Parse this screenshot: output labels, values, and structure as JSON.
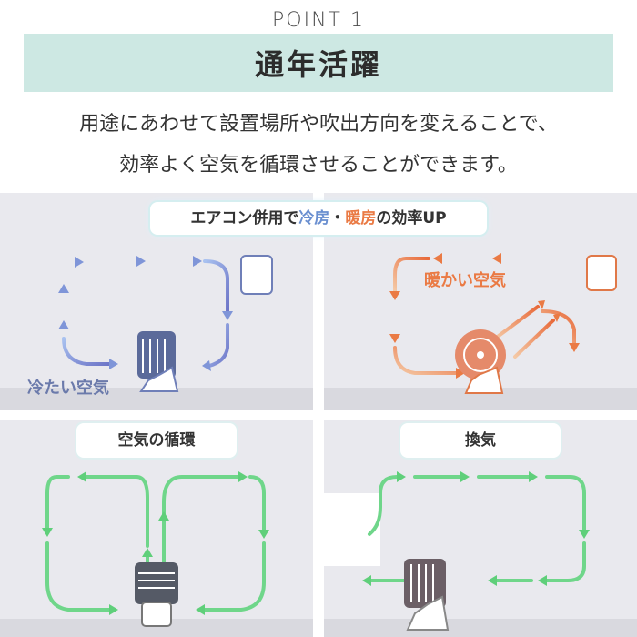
{
  "header": {
    "point": "POINT 1",
    "title": "通年活躍",
    "desc_line1": "用途にあわせて設置場所や吹出方向を変えることで、",
    "desc_line2": "効率よく空気を循環させることができます。"
  },
  "aircon": {
    "pre": "エアコン併用で",
    "cool": "冷房",
    "dot": "・",
    "heat": "暖房",
    "post": "の効率UP"
  },
  "cool_label": "冷たい空気",
  "warm_label": "暖かい空気",
  "circulation_label": "空気の循環",
  "ventilation_label": "換気",
  "colors": {
    "blue": "#7f95d8",
    "orange": "#ea7a44",
    "green": "#5fcf7a",
    "banner": "#cde8e3"
  }
}
